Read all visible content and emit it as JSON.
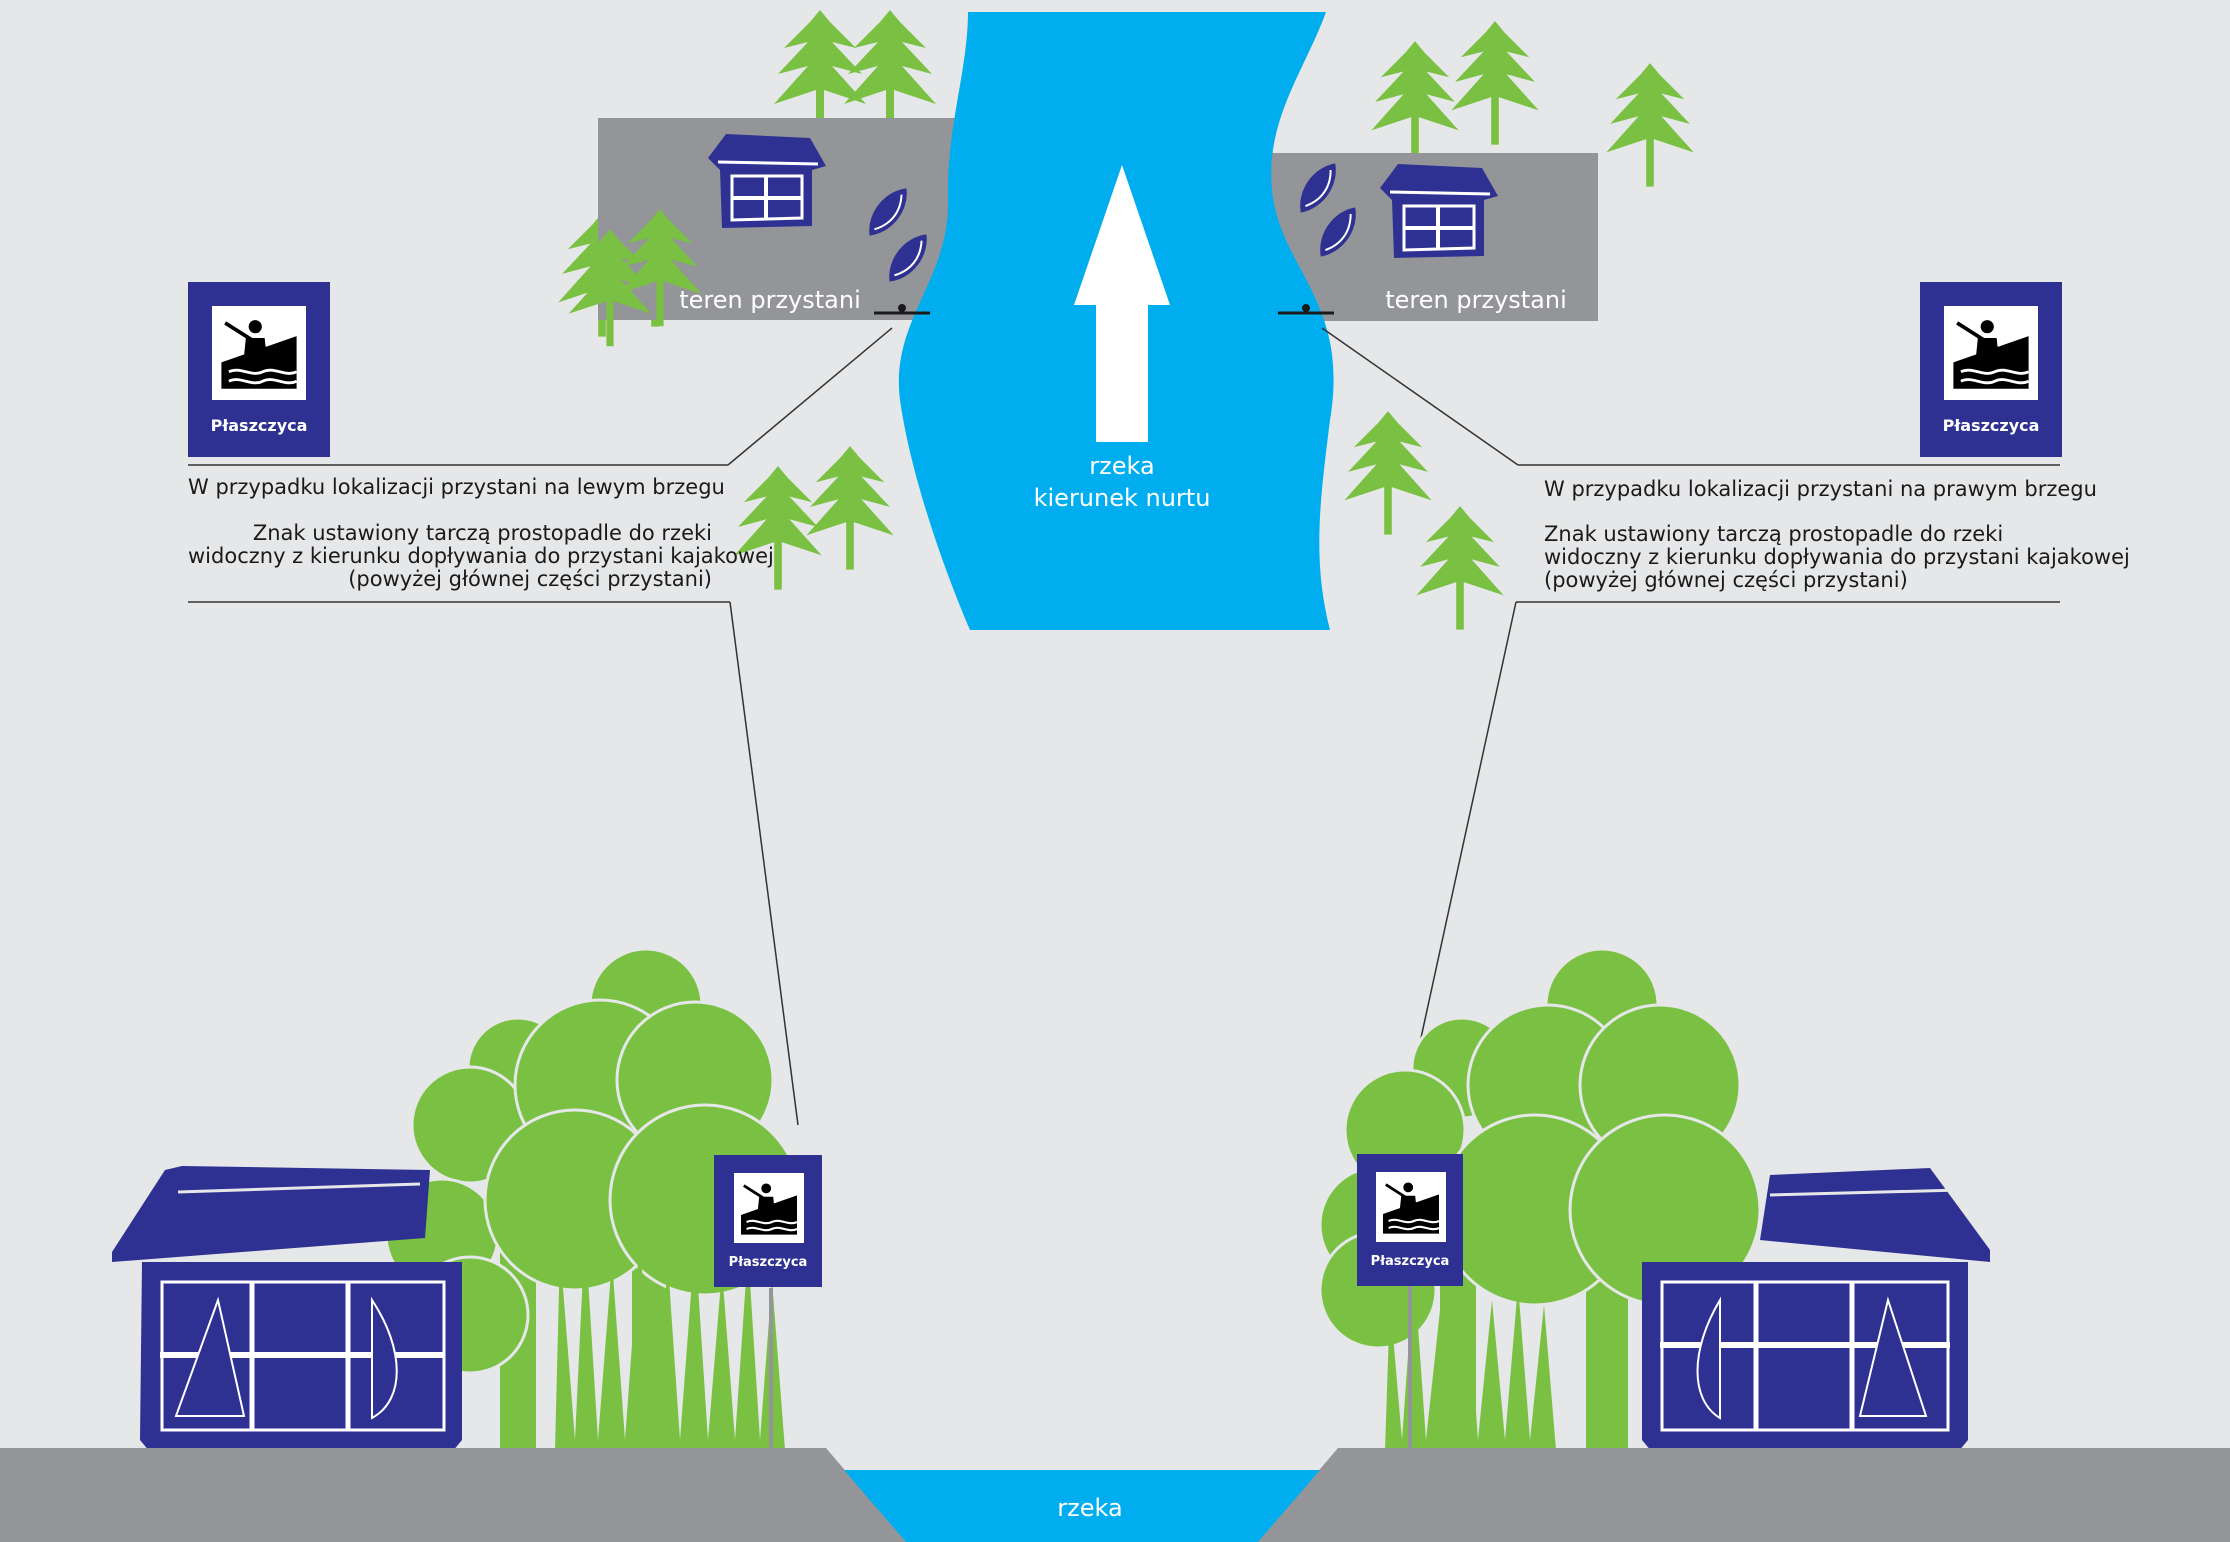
{
  "colors": {
    "background": "#e6e7e8",
    "river": "#00aeef",
    "bank": "#939598",
    "tree": "#7ac143",
    "shelter": "#2e3192",
    "sign": "#2e3192"
  },
  "sign": {
    "name": "Płaszczyca",
    "icon": "kayak-pictogram-icon"
  },
  "top_view": {
    "river_label": "rzeka",
    "current_label": "kierunek nurtu",
    "left_harbor_label": "teren przystani",
    "right_harbor_label": "teren przystani"
  },
  "notes": {
    "left": {
      "title": "W przypadku lokalizacji przystani na lewym brzegu",
      "body_lines": [
        "Znak ustawiony tarczą prostopadle do rzeki",
        "widoczny z kierunku dopływania do przystani kajakowej",
        "(powyżej głównej części przystani)"
      ]
    },
    "right": {
      "title": "W przypadku lokalizacji przystani na prawym brzegu",
      "body_lines": [
        "Znak ustawiony tarczą prostopadle do rzeki",
        "widoczny z kierunku dopływania do przystani kajakowej",
        "(powyżej głównej części przystani)"
      ]
    }
  },
  "cross_section": {
    "river_label": "rzeka"
  }
}
